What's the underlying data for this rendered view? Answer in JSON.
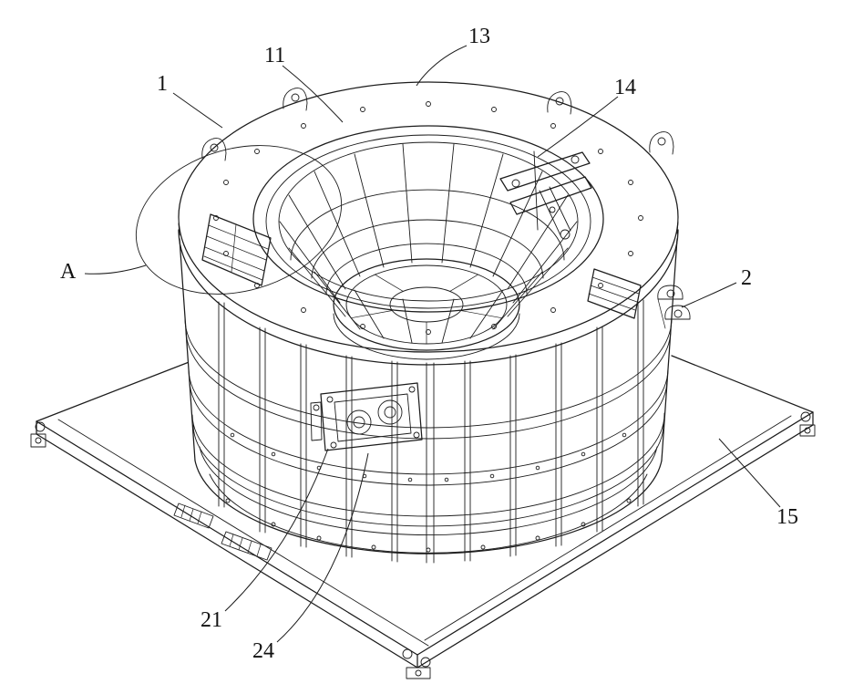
{
  "colors": {
    "line": "#1c1c1c",
    "background": "#ffffff"
  },
  "labels": {
    "l1": "1",
    "l11": "11",
    "l13": "13",
    "l14": "14",
    "lA": "A",
    "l2": "2",
    "l15": "15",
    "l21": "21",
    "l24": "24"
  }
}
